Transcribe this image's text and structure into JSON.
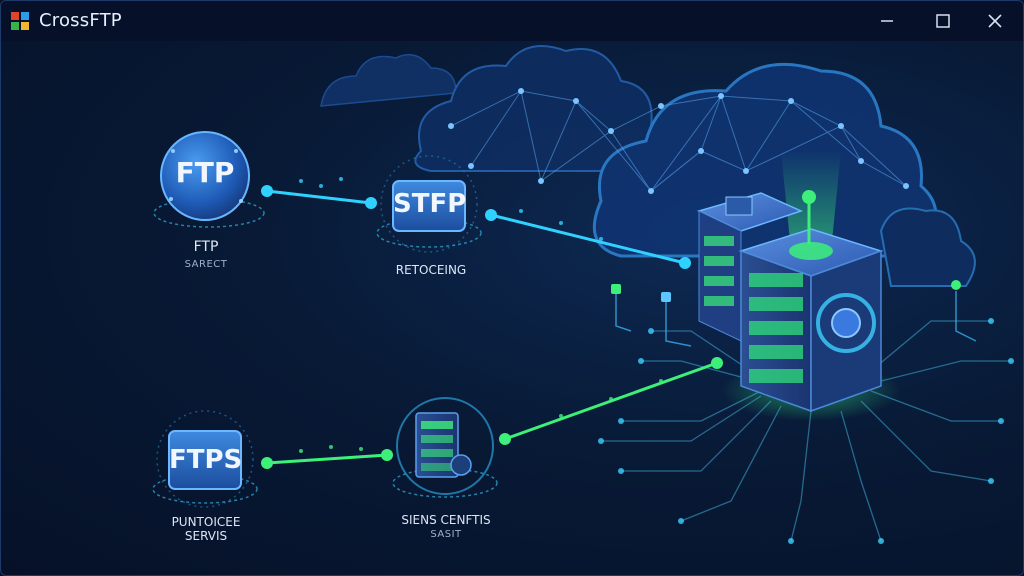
{
  "window": {
    "title": "CrossFTP",
    "controls": {
      "minimize": "minimize-icon",
      "maximize": "maximize-icon",
      "close": "close-icon"
    }
  },
  "nodes": {
    "ftp": {
      "badge": "FTP",
      "label": "FTP",
      "sublabel": "SARECT"
    },
    "sftp": {
      "badge": "STFP",
      "label": "RETOCEING"
    },
    "ftps": {
      "badge": "FTPS",
      "label": "PUNTOICEE",
      "sublabel": "SERVIS"
    },
    "server_node": {
      "label": "SIENS CENFTIS",
      "sublabel": "SASIT"
    }
  },
  "colors": {
    "background": "#071226",
    "accent_cyan": "#2fd2ff",
    "accent_green": "#3cf07a",
    "node_blue": "#2a6fc8"
  }
}
